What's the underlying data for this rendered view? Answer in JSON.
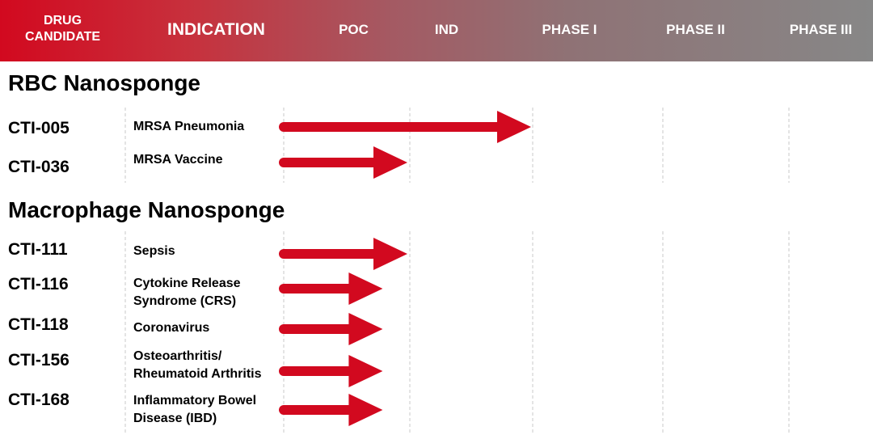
{
  "header": {
    "columns": [
      "DRUG\nCANDIDATE",
      "INDICATION",
      "POC",
      "IND",
      "PHASE I",
      "PHASE II",
      "PHASE III"
    ]
  },
  "colors": {
    "accent": "#d2091f",
    "header_end": "#878787",
    "grid": "#c8c8c8"
  },
  "chart_data": {
    "type": "bar",
    "stages": [
      "POC",
      "IND",
      "PHASE I",
      "PHASE II",
      "PHASE III"
    ],
    "groups": [
      {
        "title": "RBC Nanosponge",
        "rows": [
          {
            "candidate": "CTI-005",
            "indication": "MRSA Pneumonia",
            "progress": 2.0
          },
          {
            "candidate": "CTI-036",
            "indication": "MRSA Vaccine",
            "progress": 1.0
          }
        ]
      },
      {
        "title": "Macrophage Nanosponge",
        "rows": [
          {
            "candidate": "CTI-111",
            "indication": "Sepsis",
            "progress": 1.0
          },
          {
            "candidate": "CTI-116",
            "indication": "Cytokine Release\nSyndrome (CRS)",
            "progress": 0.8
          },
          {
            "candidate": "CTI-118",
            "indication": "Coronavirus",
            "progress": 0.8
          },
          {
            "candidate": "CTI-156",
            "indication": "Osteoarthritis/\nRheumatoid Arthritis",
            "progress": 0.8
          },
          {
            "candidate": "CTI-168",
            "indication": "Inflammatory Bowel\nDisease (IBD)",
            "progress": 0.8
          }
        ]
      }
    ]
  }
}
